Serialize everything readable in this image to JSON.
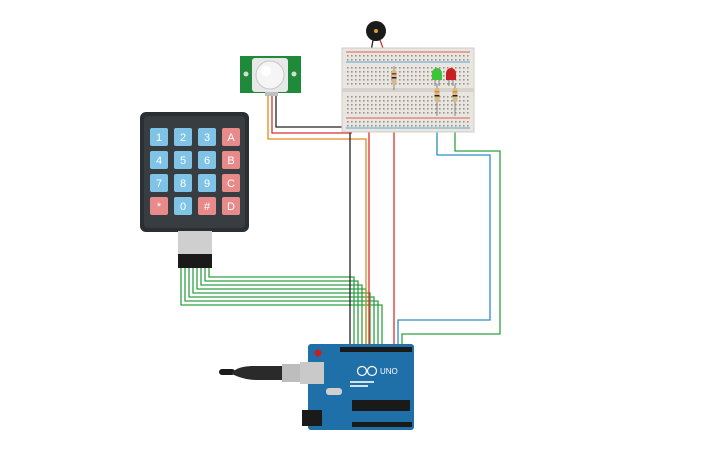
{
  "keypad": {
    "keys": [
      {
        "label": "1",
        "kind": "num"
      },
      {
        "label": "2",
        "kind": "num"
      },
      {
        "label": "3",
        "kind": "num"
      },
      {
        "label": "A",
        "kind": "letter"
      },
      {
        "label": "4",
        "kind": "num"
      },
      {
        "label": "5",
        "kind": "num"
      },
      {
        "label": "6",
        "kind": "num"
      },
      {
        "label": "B",
        "kind": "letter"
      },
      {
        "label": "7",
        "kind": "num"
      },
      {
        "label": "8",
        "kind": "num"
      },
      {
        "label": "9",
        "kind": "num"
      },
      {
        "label": "C",
        "kind": "letter"
      },
      {
        "label": "*",
        "kind": "letter"
      },
      {
        "label": "0",
        "kind": "num"
      },
      {
        "label": "#",
        "kind": "letter"
      },
      {
        "label": "D",
        "kind": "letter"
      }
    ]
  },
  "arduino": {
    "logo_text": "UNO"
  },
  "colors": {
    "background": "#ffffff",
    "wire_green": "#2ea043",
    "wire_red": "#d9302c",
    "wire_black": "#222222",
    "wire_orange": "#e8891a",
    "wire_blue": "#2a8fc4",
    "arduino_blue": "#1f6fa8",
    "keypad_body": "#2b2f33",
    "key_num": "#7fc3e6",
    "key_letter": "#e98a8a",
    "pir_green": "#1e8a3a",
    "breadboard": "#e9e6e1",
    "led_green": "#3cc43c",
    "led_red": "#c82020"
  },
  "icons": [
    "usb-cable-icon",
    "buzzer-icon",
    "pir-dome-icon",
    "led-icon",
    "resistor-icon"
  ]
}
